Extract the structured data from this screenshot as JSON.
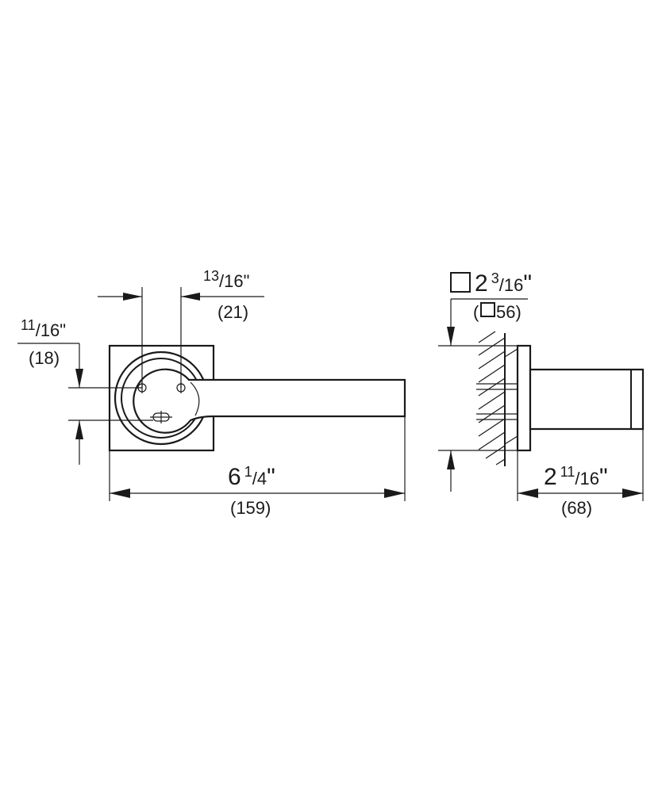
{
  "front_view": {
    "dim_width": {
      "whole": "6",
      "num": "1",
      "den": "4",
      "inch": "\"",
      "mm": "(159)"
    },
    "dim_holes": {
      "num": "13",
      "den": "16",
      "inch": "\"",
      "mm": "(21)"
    },
    "dim_offset": {
      "num": "11",
      "den": "16",
      "inch": "\"",
      "mm": "(18)"
    }
  },
  "side_view": {
    "dim_plate": {
      "whole": "2",
      "num": "3",
      "den": "16",
      "inch": "\"",
      "mm_open": "(",
      "mm_value": "56)"
    },
    "dim_depth": {
      "whole": "2",
      "num": "11",
      "den": "16",
      "inch": "\"",
      "mm": "(68)"
    }
  }
}
